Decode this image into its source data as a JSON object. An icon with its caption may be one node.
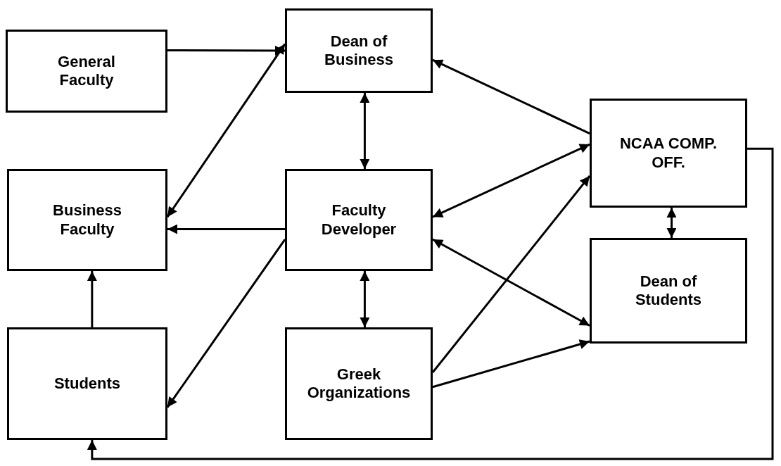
{
  "diagram": {
    "nodes": [
      {
        "text": [
          "General Faculty"
        ]
      },
      {
        "text": [
          "Dean of Business"
        ]
      },
      {
        "text": [
          "NCAA COMP. OFF."
        ]
      },
      {
        "text": [
          "Business Faculty"
        ]
      },
      {
        "text": [
          "Faculty Developer"
        ]
      },
      {
        "text": [
          "Dean of Students"
        ]
      },
      {
        "text": [
          "Students"
        ]
      },
      {
        "text": [
          "Greek Organizations"
        ]
      }
    ],
    "edges": [
      {
        "from": 0,
        "to": 1,
        "arrow": "to"
      },
      {
        "from": 3,
        "to": 1,
        "arrow": "both"
      },
      {
        "from": 1,
        "to": 4,
        "arrow": "both"
      },
      {
        "from": 2,
        "to": 1,
        "arrow": "to"
      },
      {
        "from": 4,
        "to": 2,
        "arrow": "both"
      },
      {
        "from": 4,
        "to": 3,
        "arrow": "to"
      },
      {
        "from": 4,
        "to": 6,
        "arrow": "to"
      },
      {
        "from": 4,
        "to": 5,
        "arrow": "both"
      },
      {
        "from": 4,
        "to": 7,
        "arrow": "both"
      },
      {
        "from": 7,
        "to": 2,
        "arrow": "to"
      },
      {
        "from": 7,
        "to": 5,
        "arrow": "to"
      },
      {
        "from": 2,
        "to": 5,
        "arrow": "both"
      },
      {
        "from": 6,
        "to": 3,
        "arrow": "to"
      },
      {
        "from": 2,
        "to": 6,
        "arrow": "to"
      }
    ]
  }
}
